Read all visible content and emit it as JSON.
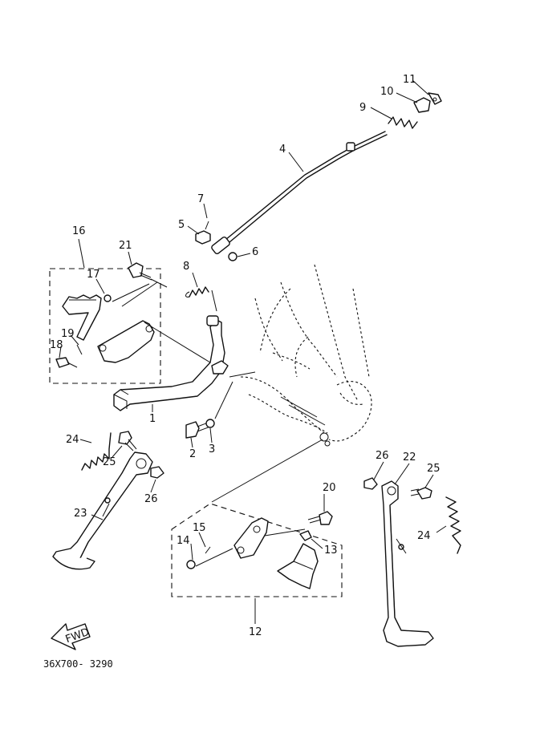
{
  "diagram": {
    "part_numbers": [
      "1",
      "2",
      "3",
      "4",
      "5",
      "6",
      "7",
      "8",
      "9",
      "10",
      "11",
      "12",
      "13",
      "14",
      "15",
      "16",
      "17",
      "18",
      "19",
      "20",
      "21",
      "22",
      "23",
      "24",
      "25",
      "26"
    ],
    "fwd_label": "FWD",
    "drawing_code": "36X700- 3290"
  }
}
